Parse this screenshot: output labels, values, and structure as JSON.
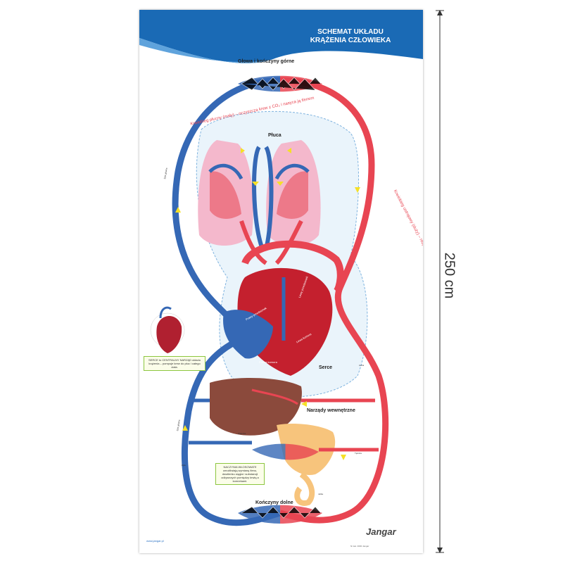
{
  "title_line1": "SCHEMAT UKŁADU",
  "title_line2": "KRĄŻENIA CZŁOWIEKA",
  "labels": {
    "head": "Głowa i kończyny górne",
    "lungs": "Płuca",
    "heart": "Serce",
    "organs": "Narządy wewnętrzne",
    "limbs": "Kończyny dolne",
    "pulmonary": "Krwiobieg płucny (mały) – oczyszcza krew z CO₂ i nasyca ją tlenem",
    "systemic": "Krwiobieg ustrojowy (duży) – rozprowadza krew do narządów i tkanek",
    "vena_cava_sup": "Żyła główna",
    "vena_cava_inf": "Żyła główna",
    "aorta": "Aorta",
    "right_atrium": "Prawy przedsionek",
    "right_ventricle": "Prawa komora",
    "left_atrium": "Lewy przedsionek",
    "left_ventricle": "Lewa komora",
    "portal_vein": "Wątroba",
    "vein": "Żyła",
    "artery": "Tętnica",
    "intestine": "Jelita"
  },
  "notes": {
    "heart_note": "SERCE to CENTRALNY NARZĄD układu krążenia – pompuje krew do płuc i całego ciała.",
    "capillary_note": "NACZYNIA WŁOSOWATE umożliwiają wymianę tlenu, dwutlenku węgla i substancji odżywczych pomiędzy krwią a komórkami."
  },
  "footer": {
    "website": "www.jangar.pl",
    "code": "Nr kat. 0000 Jangar",
    "brand": "Jangar"
  },
  "dimension": "250 cm",
  "colors": {
    "banner": "#1a6ab5",
    "artery": "#e84552",
    "vein": "#3568b5",
    "lung": "#f4b8cc",
    "heart": "#c4202e",
    "liver": "#8b4a3c",
    "intestine": "#f7c47c",
    "arrow": "#f5e027"
  }
}
